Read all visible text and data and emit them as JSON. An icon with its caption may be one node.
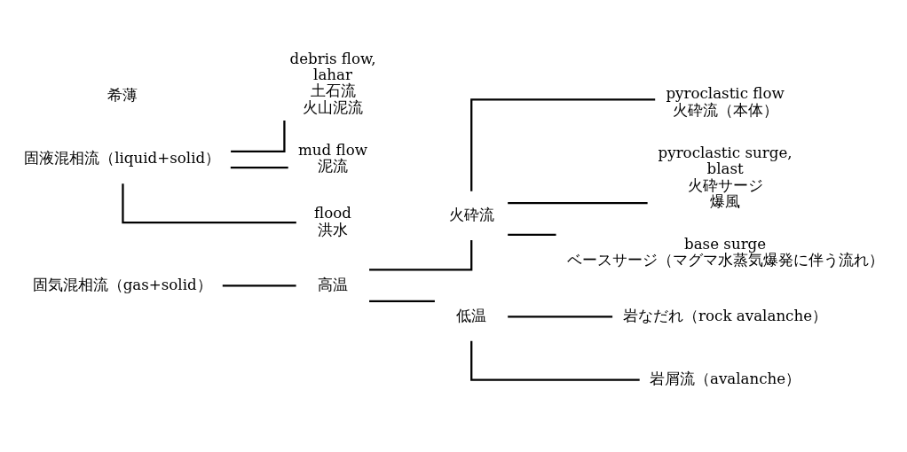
{
  "diagram": {
    "nodes": [
      {
        "text": [
          "固気混相流（gas+solid）"
        ]
      },
      {
        "text": [
          "高温"
        ]
      },
      {
        "text": [
          "火砕流"
        ]
      },
      {
        "text": [
          "pyroclastic flow",
          "火砕流（本体）"
        ]
      },
      {
        "text": [
          "pyroclastic surge,",
          "blast",
          "火砕サージ",
          "爆風"
        ]
      },
      {
        "text": [
          "base surge",
          "ベースサージ（マグマ水蒸気爆発に伴う流れ）"
        ]
      },
      {
        "text": [
          "低温"
        ]
      },
      {
        "text": [
          "岩なだれ（rock avalanche）"
        ]
      },
      {
        "text": [
          "岩屑流（avalanche）"
        ]
      },
      {
        "text": [
          "固液混相流（liquid+solid）"
        ]
      },
      {
        "text": [
          "debris flow,",
          "lahar",
          "土石流",
          "火山泥流"
        ]
      },
      {
        "text": [
          "mud flow",
          "泥流"
        ]
      },
      {
        "text": [
          "flood",
          "洪水"
        ]
      }
    ],
    "edges": [
      {
        "from": 0,
        "to": 1,
        "arrow": "none"
      },
      {
        "from": 1,
        "to": 2,
        "arrow": "none"
      },
      {
        "from": 2,
        "to": 3,
        "arrow": "none"
      },
      {
        "from": 2,
        "to": 4,
        "arrow": "none"
      },
      {
        "from": 2,
        "to": 5,
        "arrow": "none"
      },
      {
        "from": 1,
        "to": 6,
        "arrow": "none"
      },
      {
        "from": 6,
        "to": 7,
        "arrow": "none"
      },
      {
        "from": 6,
        "to": 8,
        "arrow": "none"
      },
      {
        "from": 9,
        "to": 10,
        "arrow": "none"
      },
      {
        "from": 9,
        "to": 11,
        "arrow": "none"
      },
      {
        "from": 9,
        "to": 12,
        "arrow": "none"
      }
    ],
    "labels": [
      "希薄"
    ]
  }
}
